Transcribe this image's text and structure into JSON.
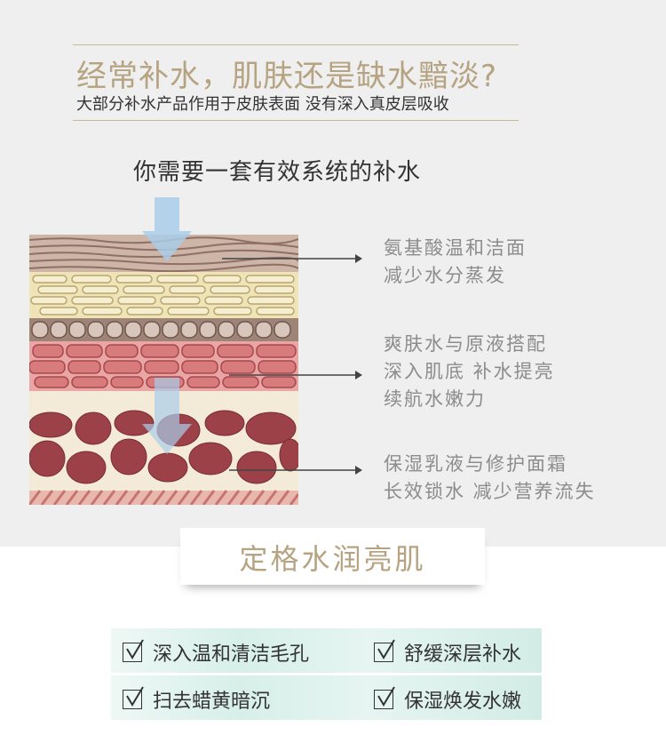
{
  "header": {
    "headline": "经常补水，肌肤还是缺水黯淡?",
    "subline": "大部分补水产品作用于皮肤表面 没有深入真皮层吸收"
  },
  "system_title": "你需要一套有效系统的补水",
  "callouts": [
    {
      "lines": [
        "氨基酸温和洁面",
        "减少水分蒸发"
      ]
    },
    {
      "lines": [
        "爽肤水与原液搭配",
        "深入肌底 补水提亮",
        "续航水嫩力"
      ]
    },
    {
      "lines": [
        "保湿乳液与修护面霜",
        "长效锁水 减少营养流失"
      ]
    }
  ],
  "card_title": "定格水润亮肌",
  "features": [
    "深入温和清洁毛孔",
    "舒缓深层补水",
    "扫去蜡黄暗沉",
    "保湿焕发水嫩"
  ],
  "colors": {
    "gold": "#b5a382",
    "arrow": "#a9cde9"
  }
}
